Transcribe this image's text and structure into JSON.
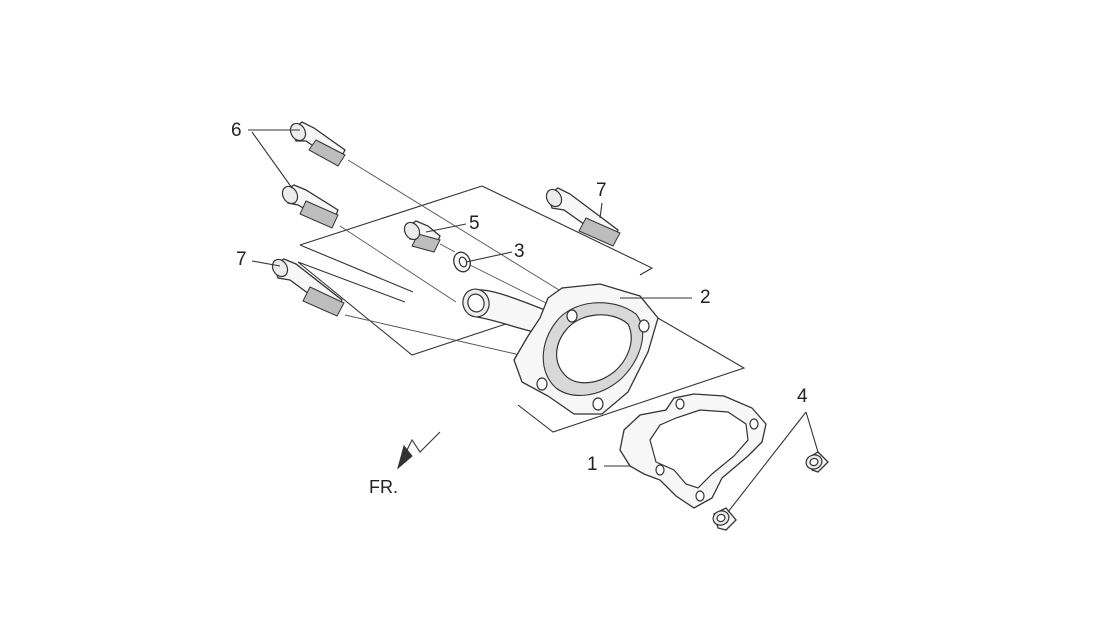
{
  "callouts": {
    "c1": "1",
    "c2": "2",
    "c3": "3",
    "c4": "4",
    "c5": "5",
    "c6": "6",
    "c7a": "7",
    "c7b": "7"
  },
  "direction_label": "FR."
}
